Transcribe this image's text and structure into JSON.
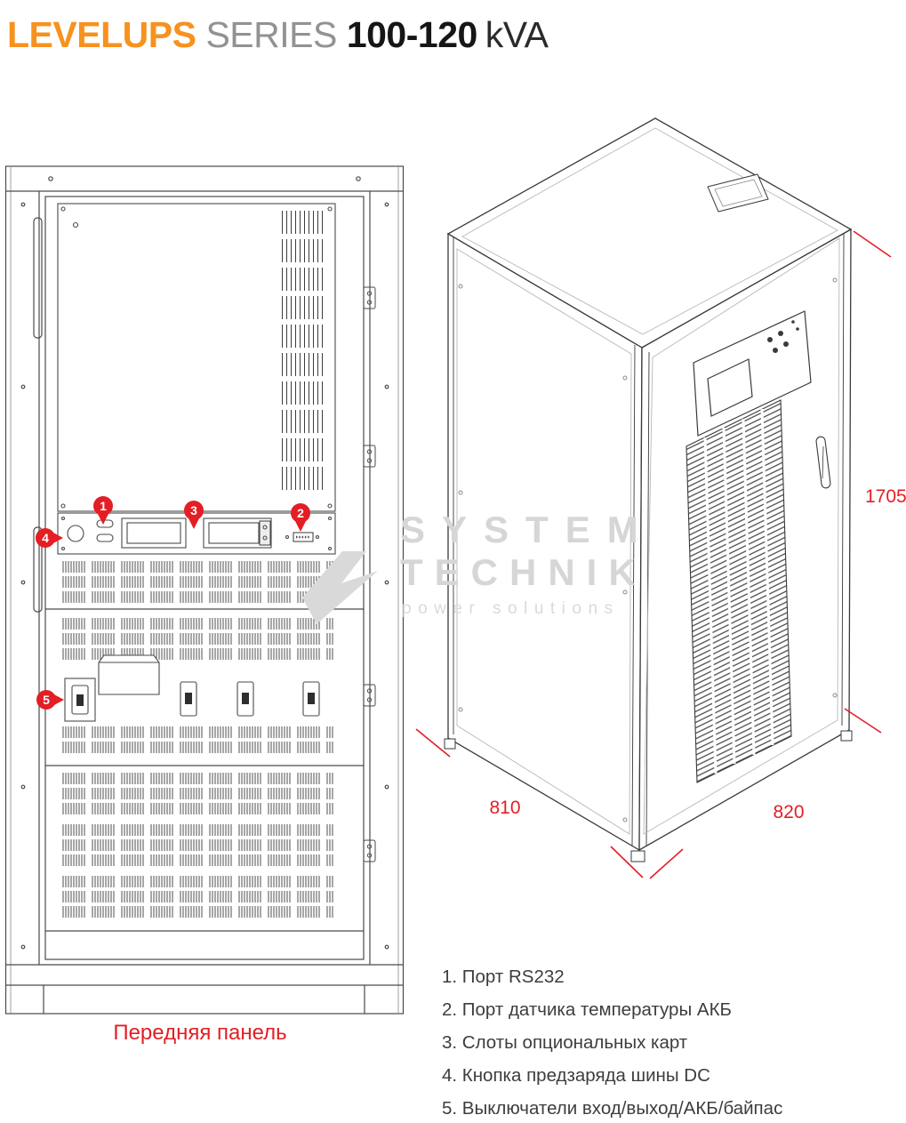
{
  "title": {
    "brand": "LEVELUPS",
    "series": "SERIES",
    "rating": "100-120",
    "unit": "kVA"
  },
  "front_panel": {
    "caption": "Передняя панель",
    "callouts": [
      "1",
      "2",
      "3",
      "4",
      "5"
    ]
  },
  "iso_view": {
    "dims": {
      "height": "1705",
      "depth": "810",
      "width": "820"
    }
  },
  "watermark": {
    "line1": "SYSTEM",
    "line2": "TECHNIK",
    "line3": "power solutions"
  },
  "legend": {
    "items": [
      "1. Порт RS232",
      "2. Порт датчика температуры АКБ",
      "3. Слоты опциональных карт",
      "4. Кнопка предзаряда шины DC",
      "5. Выключатели вход/выход/АКБ/байпас"
    ]
  },
  "colors": {
    "brand_orange": "#F6921E",
    "accent_red": "#E31E24",
    "muted_gray": "#929292",
    "line_dark": "#3A3A3A",
    "watermark_gray": "#D6D6D6"
  }
}
